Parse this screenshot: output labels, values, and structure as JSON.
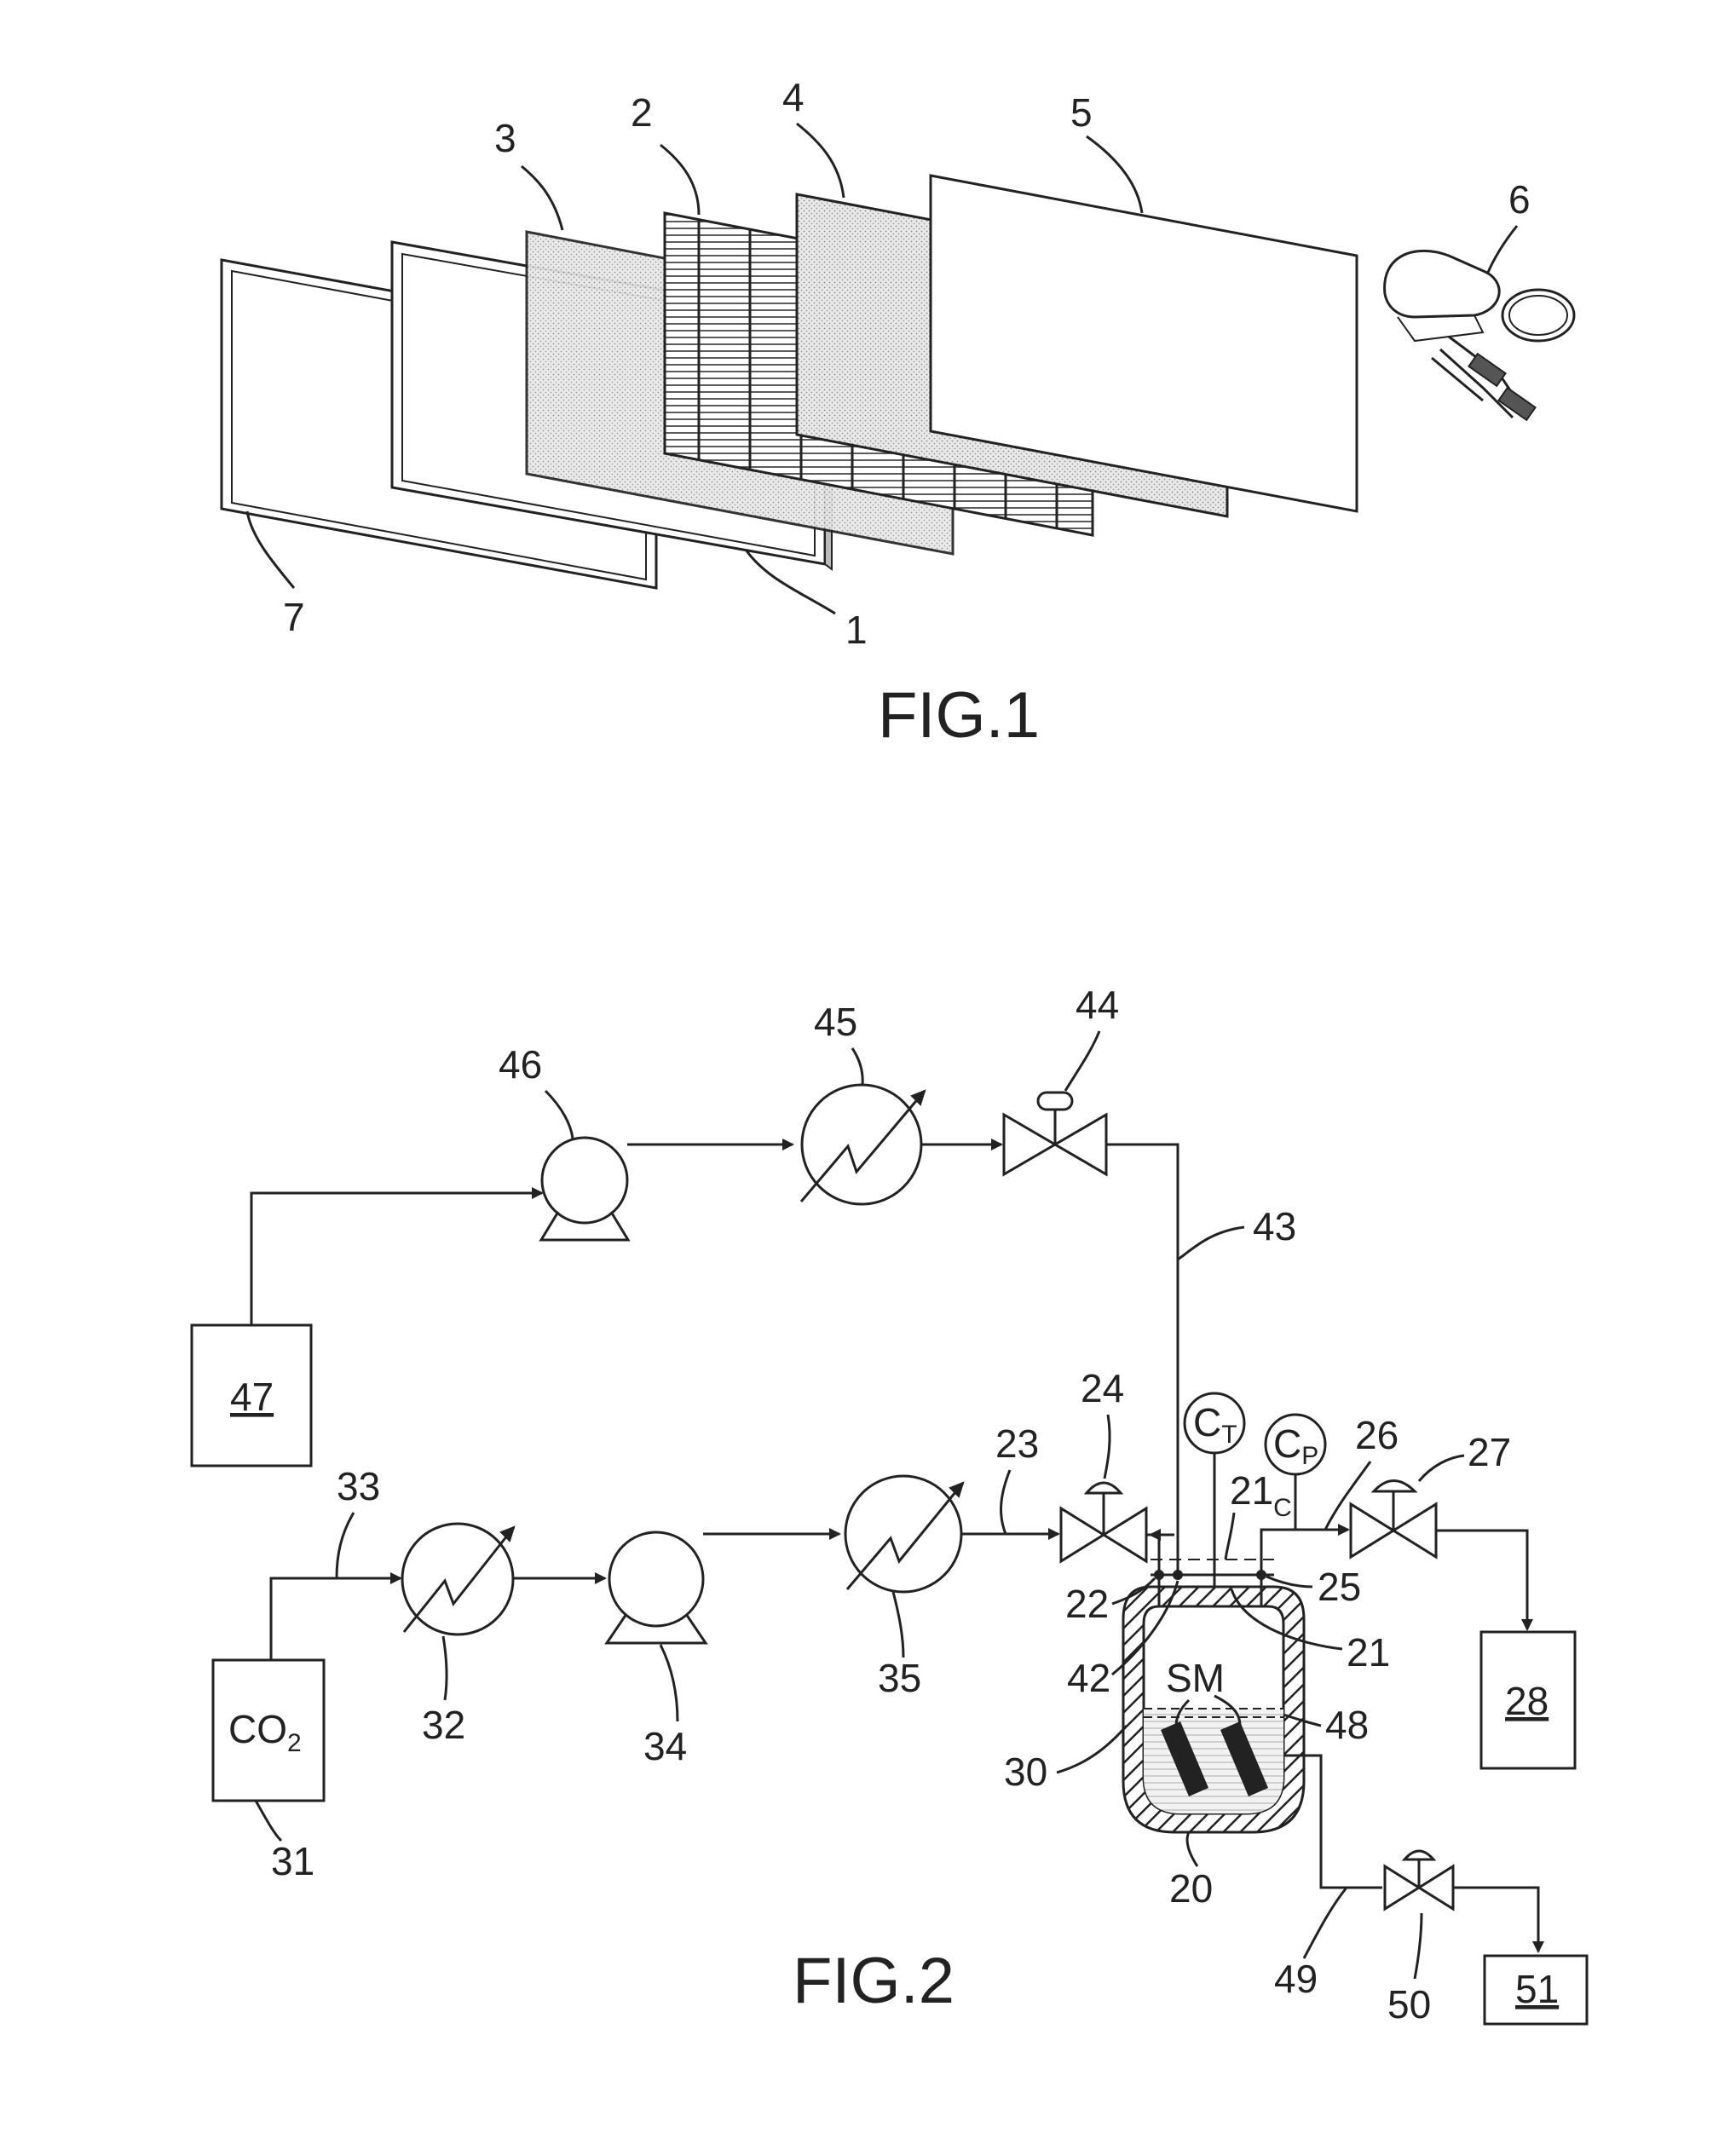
{
  "fig1": {
    "caption": "FIG.1",
    "labels": {
      "l1": "1",
      "l2": "2",
      "l3": "3",
      "l4": "4",
      "l5": "5",
      "l6": "6",
      "l7": "7"
    }
  },
  "fig2": {
    "caption": "FIG.2",
    "labels": {
      "l20": "20",
      "l21": "21",
      "l21c": "21",
      "l21c_sub": "C",
      "l22": "22",
      "l23": "23",
      "l24": "24",
      "l25": "25",
      "l26": "26",
      "l27": "27",
      "l28": "28",
      "l30": "30",
      "l31": "31",
      "l32": "32",
      "l33": "33",
      "l34": "34",
      "l35": "35",
      "l42": "42",
      "l43": "43",
      "l44": "44",
      "l45": "45",
      "l46": "46",
      "l47": "47",
      "l48": "48",
      "l49": "49",
      "l50": "50",
      "l51": "51",
      "sm": "SM",
      "co2": "CO",
      "co2_sub": "2",
      "ct": "C",
      "ct_sub": "T",
      "cp": "C",
      "cp_sub": "P"
    }
  }
}
